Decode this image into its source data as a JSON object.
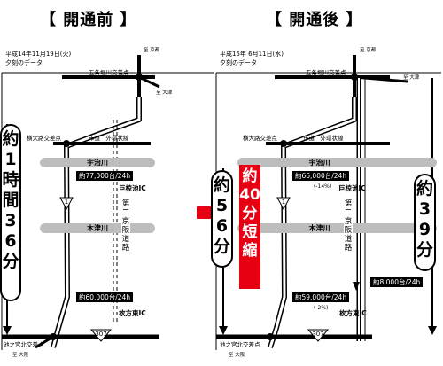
{
  "before": {
    "title": "【 開通前 】",
    "date": "平成14年11月19日(火)",
    "subtitle": "夕刻のデータ",
    "to_kyoto": "至 京都",
    "to_otsu": "至 大津",
    "to_osaka": "至 大阪",
    "gojo_horikawa": "五条堀川交差点",
    "yokoojiro": "横大路交差点",
    "city_road": "市道　外環状線",
    "uji_river": "宇治川",
    "kizu_river": "木津川",
    "traffic_upper": "約77,000台/24h",
    "traffic_lower": "約60,000台/24h",
    "mimaki_ic": "巨椋池IC",
    "hirakata_ic": "枚方東IC",
    "second_keihan": "第二京阪道路",
    "travel_time": "約1時間36分",
    "ikenomiya": "池之宮北交差点",
    "route_1": "1",
    "route_307": "307"
  },
  "after": {
    "title": "【 開通後 】",
    "date": "平成15年 6月11日(水)",
    "subtitle": "夕刻のデータ",
    "to_kyoto": "至 京都",
    "to_otsu": "至 大津",
    "to_osaka": "至 大阪",
    "gojo_horikawa": "五条堀川交差点",
    "yokoojiro": "横大路交差点",
    "city_road": "市道　外環状線",
    "uji_river": "宇治川",
    "kizu_river": "木津川",
    "traffic_upper": "約66,000台/24h",
    "traffic_upper_pct": "(-14%)",
    "traffic_lower": "約59,000台/24h",
    "traffic_lower_pct": "(-2%)",
    "traffic_new": "約8,000台/24h",
    "mimaki_ic": "巨椋池IC",
    "hirakata_ic": "枚方東IC",
    "second_keihan": "第二京阪道路",
    "travel_time_route1": "約56分",
    "travel_time_new": "約39分",
    "reduction": "約40分短縮",
    "ikenomiya": "池之宮北交差点",
    "route_1": "1",
    "route_307": "307"
  },
  "colors": {
    "reduction_box": "#e60012",
    "river": "#bdbdbd",
    "arrow": "#e60012"
  }
}
